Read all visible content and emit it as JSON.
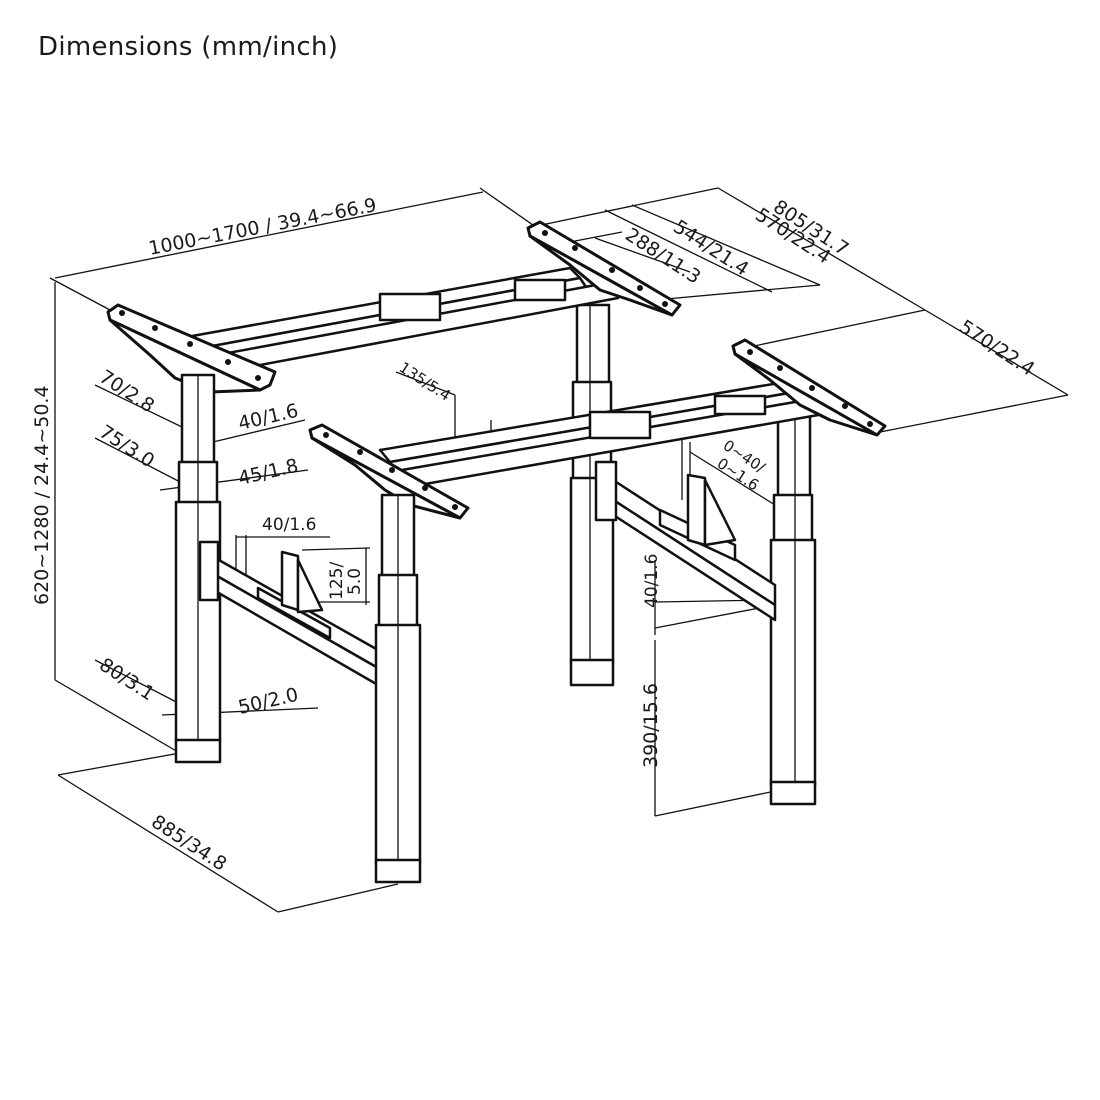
{
  "title": "Dimensions (mm/inch)",
  "dimensions": {
    "frame_width": "1000~1700 / 39.4~66.9",
    "foot_length": "805/31.7",
    "bracket_length_top": "570/22.4",
    "bracket_length_right": "570/22.4",
    "bracket_span": "544/21.4",
    "bracket_inner": "288/11.3",
    "height_range": "620~1280 / 24.4~50.4",
    "column_outer_width": "70/2.8",
    "column_inner_width": "40/1.6",
    "column_mid_outer": "75/3.0",
    "column_mid_inner": "45/1.8",
    "foot_outer_width": "80/3.1",
    "foot_inner_width": "50/2.0",
    "beam_offset": "135/5.4",
    "crossbar_width": "40/1.6",
    "bracket_height_a": "125/",
    "bracket_height_b": "5.0",
    "adjust_a": "0~40/",
    "adjust_b": "0~1.6",
    "crossbar_height": "40/1.6",
    "crossbar_clearance": "390/15.6",
    "depth": "885/34.8"
  }
}
